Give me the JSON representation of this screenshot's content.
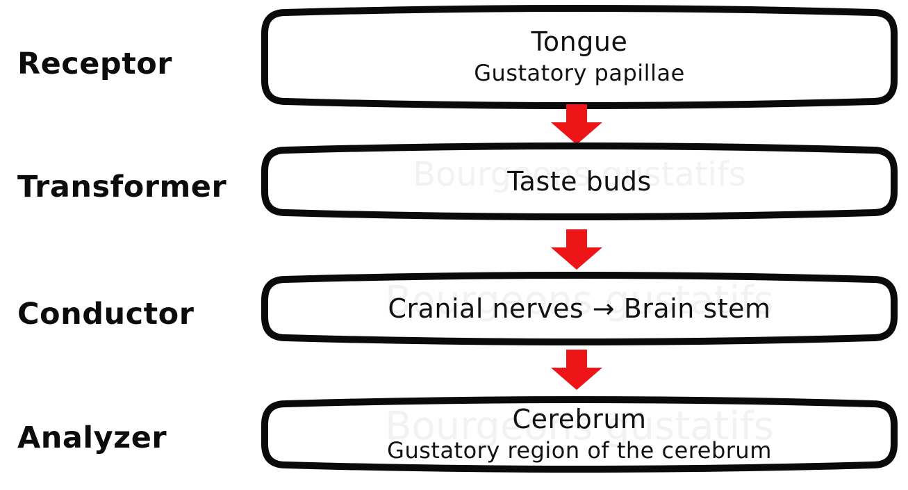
{
  "diagram": {
    "title_hidden": "",
    "watermark": "Bourgeons gustatifs",
    "arrow_color": "#ee1518",
    "outline_color": "#0a0a0a",
    "rows": [
      {
        "label": "Receptor",
        "line1": "Tongue",
        "line2": "Gustatory papillae"
      },
      {
        "label": "Transformer",
        "line1": "Taste buds"
      },
      {
        "label": "Conductor",
        "line1": "Cranial nerves → Brain stem"
      },
      {
        "label": "Analyzer",
        "line1": "Cerebrum",
        "line2": "Gustatory region of the cerebrum"
      }
    ]
  }
}
